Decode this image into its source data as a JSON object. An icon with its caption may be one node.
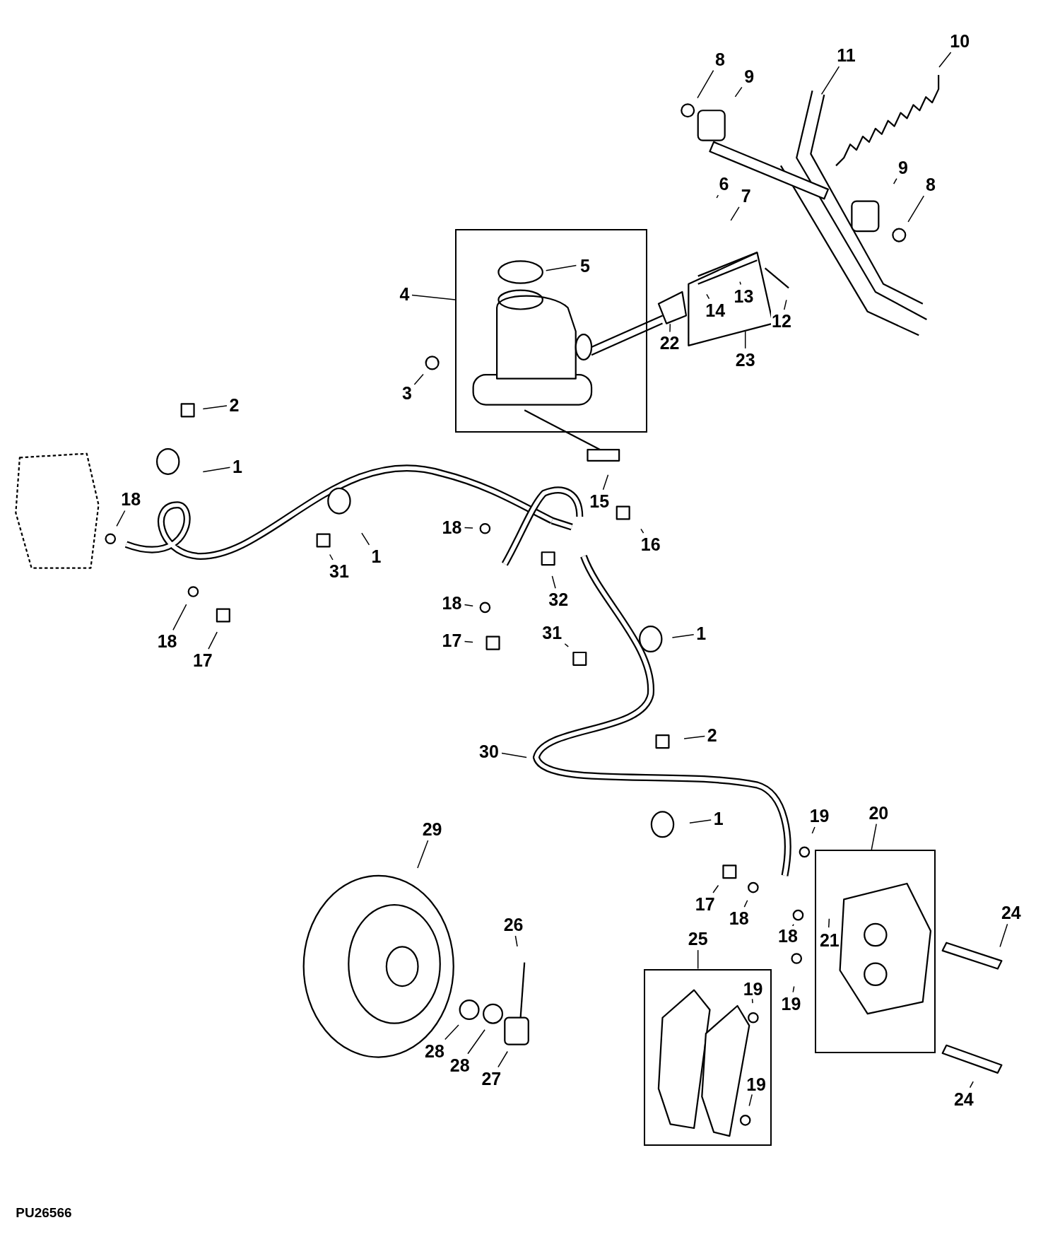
{
  "diagram": {
    "nodes": [
      {
        "text": [
          "10"
        ]
      },
      {
        "text": [
          "11"
        ]
      },
      {
        "text": [
          "8"
        ]
      },
      {
        "text": [
          "9"
        ]
      },
      {
        "text": [
          "9"
        ]
      },
      {
        "text": [
          "6"
        ]
      },
      {
        "text": [
          "8"
        ]
      },
      {
        "text": [
          "7"
        ]
      },
      {
        "text": [],
        "shape": "box"
      },
      {
        "text": [
          "5"
        ],
        "in": 8
      },
      {
        "text": [
          "4"
        ]
      },
      {
        "text": [
          "13"
        ]
      },
      {
        "text": [
          "14"
        ]
      },
      {
        "text": [
          "12"
        ]
      },
      {
        "text": [
          "22"
        ]
      },
      {
        "text": [
          "23"
        ]
      },
      {
        "text": [
          "3"
        ]
      },
      {
        "text": [
          "2"
        ]
      },
      {
        "text": [
          "1"
        ]
      },
      {
        "text": [
          "15"
        ]
      },
      {
        "text": [
          "18"
        ]
      },
      {
        "text": [
          "18"
        ]
      },
      {
        "text": [
          "16"
        ]
      },
      {
        "text": [
          "1"
        ]
      },
      {
        "text": [
          "31"
        ]
      },
      {
        "text": [
          "32"
        ]
      },
      {
        "text": [
          "18"
        ]
      },
      {
        "text": [
          "1"
        ]
      },
      {
        "text": [
          "31"
        ]
      },
      {
        "text": [
          "17"
        ]
      },
      {
        "text": [
          "18"
        ]
      },
      {
        "text": [
          "17"
        ]
      },
      {
        "text": [
          "2"
        ]
      },
      {
        "text": [
          "30"
        ]
      },
      {
        "text": [
          "20"
        ]
      },
      {
        "text": [
          "19"
        ]
      },
      {
        "text": [
          "1"
        ]
      },
      {
        "text": [
          "29"
        ]
      },
      {
        "text": [],
        "shape": "box"
      },
      {
        "text": [
          "17"
        ]
      },
      {
        "text": [
          "24"
        ]
      },
      {
        "text": [
          "18"
        ]
      },
      {
        "text": [
          "26"
        ]
      },
      {
        "text": [
          "18"
        ]
      },
      {
        "text": [
          "21"
        ],
        "in": 38
      },
      {
        "text": [
          "25"
        ]
      },
      {
        "text": [],
        "shape": "box"
      },
      {
        "text": [
          "19"
        ],
        "in": 46
      },
      {
        "text": [
          "19"
        ]
      },
      {
        "text": [
          "28"
        ]
      },
      {
        "text": [
          "28"
        ]
      },
      {
        "text": [
          "27"
        ]
      },
      {
        "text": [
          "19"
        ],
        "in": 46
      },
      {
        "text": [
          "24"
        ]
      }
    ],
    "edges": [
      {
        "from": 0,
        "to": null,
        "arrow": "none"
      },
      {
        "from": 1,
        "to": null,
        "arrow": "none"
      },
      {
        "from": 2,
        "to": null,
        "arrow": "none"
      },
      {
        "from": 3,
        "to": null,
        "arrow": "none"
      },
      {
        "from": 4,
        "to": null,
        "arrow": "none"
      },
      {
        "from": 5,
        "to": null,
        "arrow": "none"
      },
      {
        "from": 6,
        "to": null,
        "arrow": "none"
      },
      {
        "from": 7,
        "to": null,
        "arrow": "none"
      },
      {
        "from": 9,
        "to": null,
        "arrow": "none"
      },
      {
        "from": 10,
        "to": 8,
        "arrow": "none"
      },
      {
        "from": 11,
        "to": null,
        "arrow": "none"
      },
      {
        "from": 12,
        "to": null,
        "arrow": "none"
      },
      {
        "from": 13,
        "to": null,
        "arrow": "none"
      },
      {
        "from": 14,
        "to": null,
        "arrow": "none"
      },
      {
        "from": 15,
        "to": null,
        "arrow": "none"
      },
      {
        "from": 16,
        "to": null,
        "arrow": "none"
      },
      {
        "from": 17,
        "to": null,
        "arrow": "none"
      },
      {
        "from": 18,
        "to": null,
        "arrow": "none"
      },
      {
        "from": 19,
        "to": null,
        "arrow": "none"
      },
      {
        "from": 20,
        "to": null,
        "arrow": "none"
      },
      {
        "from": 21,
        "to": null,
        "arrow": "none"
      },
      {
        "from": 22,
        "to": null,
        "arrow": "none"
      },
      {
        "from": 23,
        "to": null,
        "arrow": "none"
      },
      {
        "from": 24,
        "to": null,
        "arrow": "none"
      },
      {
        "from": 25,
        "to": null,
        "arrow": "none"
      },
      {
        "from": 26,
        "to": null,
        "arrow": "none"
      },
      {
        "from": 27,
        "to": null,
        "arrow": "none"
      },
      {
        "from": 28,
        "to": null,
        "arrow": "none"
      },
      {
        "from": 29,
        "to": null,
        "arrow": "none"
      },
      {
        "from": 30,
        "to": null,
        "arrow": "none"
      },
      {
        "from": 31,
        "to": null,
        "arrow": "none"
      },
      {
        "from": 32,
        "to": null,
        "arrow": "none"
      },
      {
        "from": 33,
        "to": null,
        "arrow": "none"
      },
      {
        "from": 34,
        "to": 38,
        "arrow": "none"
      },
      {
        "from": 35,
        "to": null,
        "arrow": "none"
      },
      {
        "from": 36,
        "to": null,
        "arrow": "none"
      },
      {
        "from": 37,
        "to": null,
        "arrow": "none"
      },
      {
        "from": 39,
        "to": null,
        "arrow": "none"
      },
      {
        "from": 40,
        "to": null,
        "arrow": "none"
      },
      {
        "from": 41,
        "to": null,
        "arrow": "none"
      },
      {
        "from": 42,
        "to": null,
        "arrow": "none"
      },
      {
        "from": 43,
        "to": null,
        "arrow": "none"
      },
      {
        "from": 44,
        "to": null,
        "arrow": "none"
      },
      {
        "from": 45,
        "to": 46,
        "arrow": "none"
      },
      {
        "from": 47,
        "to": null,
        "arrow": "none"
      },
      {
        "from": 48,
        "to": null,
        "arrow": "none"
      },
      {
        "from": 49,
        "to": null,
        "arrow": "none"
      },
      {
        "from": 50,
        "to": null,
        "arrow": "none"
      },
      {
        "from": 51,
        "to": null,
        "arrow": "none"
      },
      {
        "from": 52,
        "to": null,
        "arrow": "none"
      },
      {
        "from": 53,
        "to": null,
        "arrow": "none"
      }
    ],
    "labels": [
      "PU26566"
    ]
  }
}
